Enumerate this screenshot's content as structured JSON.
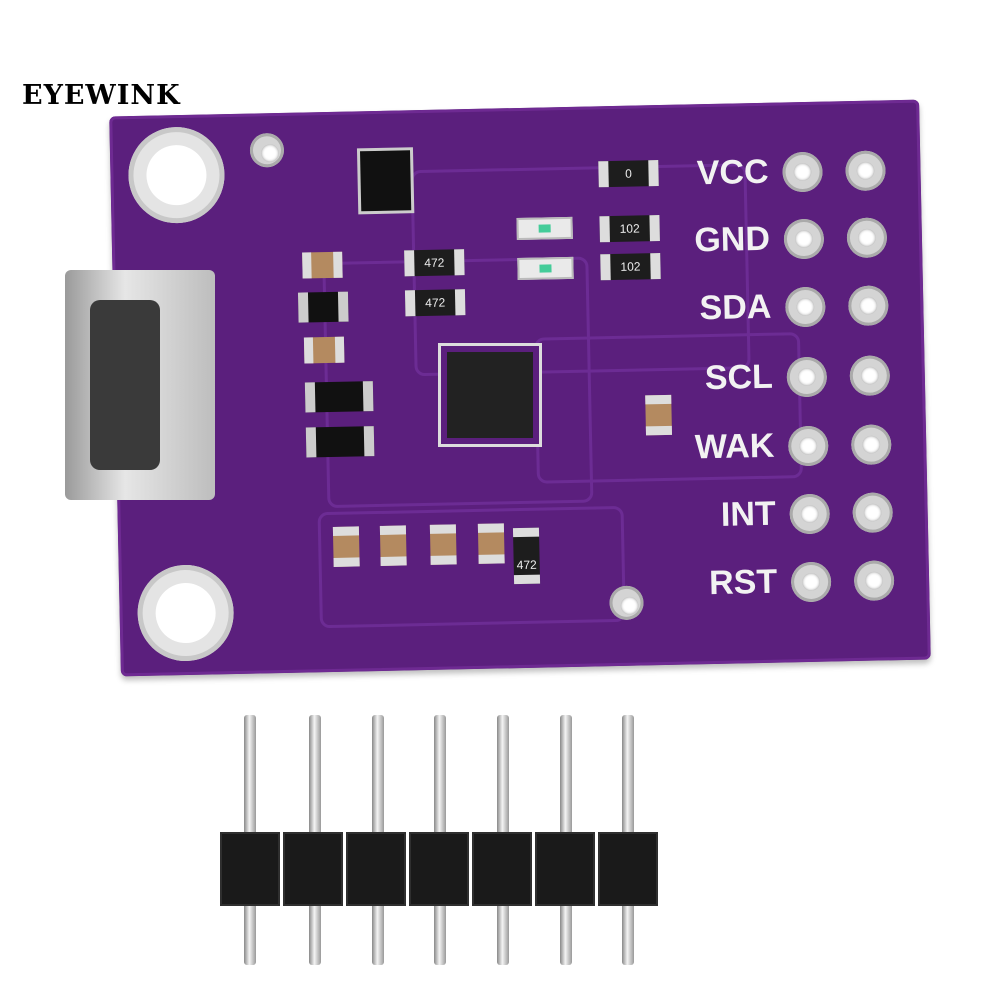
{
  "brand": "EYEWINK",
  "board": {
    "color": "#5b1f7d",
    "pin_labels": [
      "VCC",
      "GND",
      "SDA",
      "SCL",
      "WAK",
      "INT",
      "RST"
    ],
    "resistor_labels": [
      "0",
      "102",
      "102",
      "472",
      "472",
      "472"
    ]
  },
  "header": {
    "pin_count": 7
  }
}
